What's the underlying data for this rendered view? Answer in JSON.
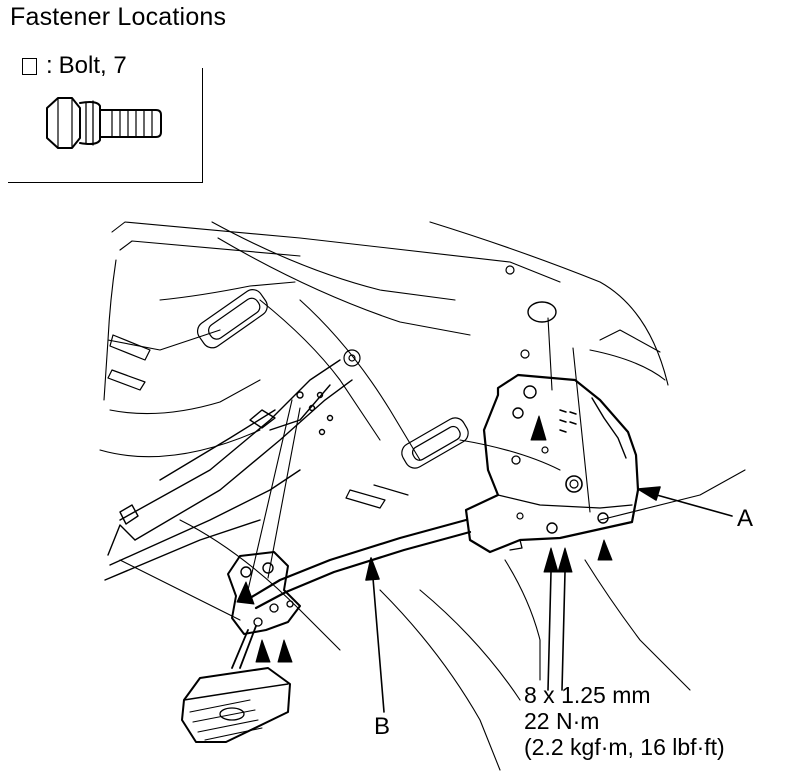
{
  "header": {
    "title": "Fastener Locations"
  },
  "legend": {
    "separator": ":",
    "text": "Bolt, 7"
  },
  "labels": {
    "a": "A",
    "b": "B"
  },
  "spec": {
    "line1": "8 x 1.25 mm",
    "line2": "22 N·m",
    "line3": "(2.2 kgf·m, 16 lbf·ft)"
  }
}
